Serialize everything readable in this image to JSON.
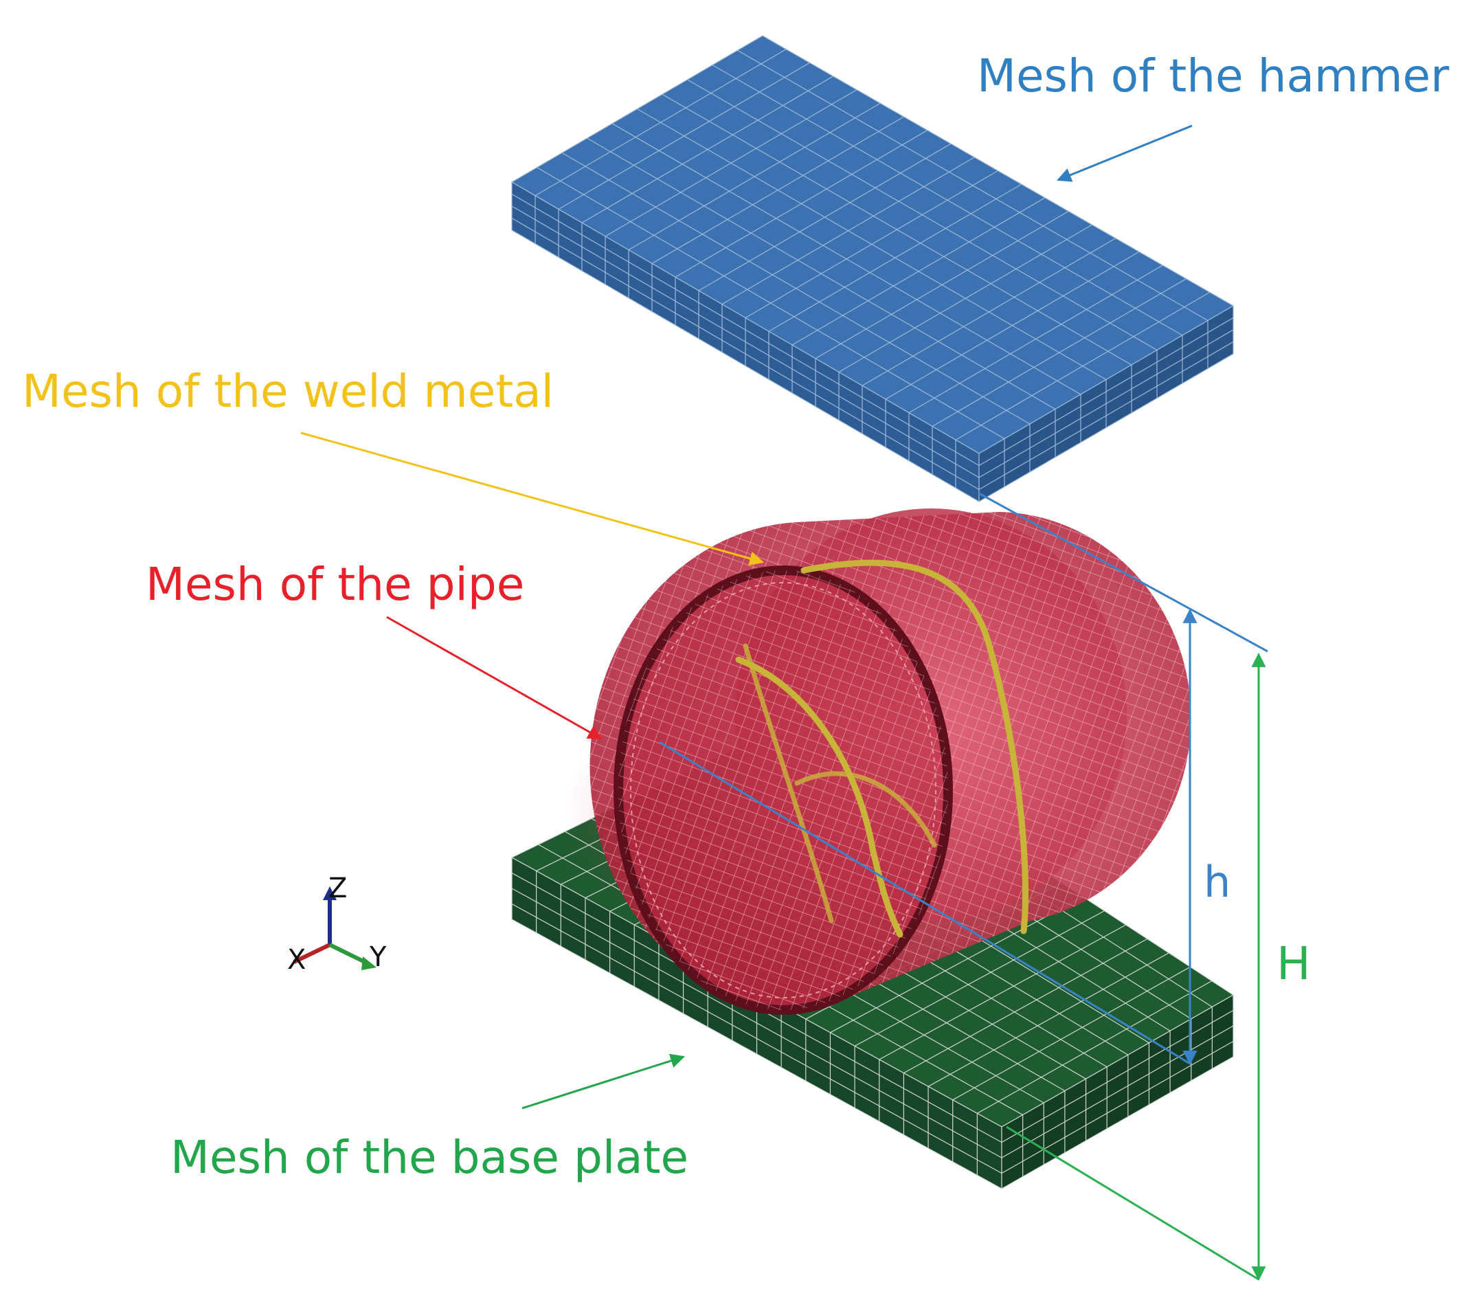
{
  "labels": {
    "hammer": "Mesh of the hammer",
    "weld": "Mesh of the weld metal",
    "pipe": "Mesh of the pipe",
    "base": "Mesh of the base plate"
  },
  "dimensions": {
    "small_h": "h",
    "big_h": "H"
  },
  "axes": {
    "z": "Z",
    "x": "X",
    "y": "Y"
  },
  "colors": {
    "hammer": "#3a74b4",
    "hammer_label": "#2f7fc1",
    "weld": "#f2c21b",
    "pipe": "#c0233c",
    "pipe_label": "#e8202a",
    "base": "#1e5a30",
    "base_label": "#21a64b",
    "dim_h": "#3b83c8",
    "dim_H": "#2bb052"
  }
}
